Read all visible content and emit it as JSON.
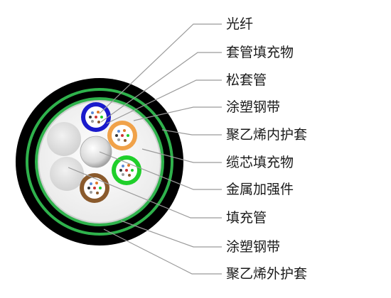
{
  "labels": [
    {
      "id": "fiber",
      "text": "光纤"
    },
    {
      "id": "tube-filler",
      "text": "套管填充物"
    },
    {
      "id": "loose-tube",
      "text": "松套管"
    },
    {
      "id": "coated-tape-inner",
      "text": "涂塑钢带"
    },
    {
      "id": "pe-inner-sheath",
      "text": "聚乙烯内护套"
    },
    {
      "id": "cable-filler",
      "text": "缆芯填充物"
    },
    {
      "id": "metal-strength-member",
      "text": "金属加强件"
    },
    {
      "id": "filler-rod",
      "text": "填充管"
    },
    {
      "id": "coated-tape-outer",
      "text": "涂塑钢带"
    },
    {
      "id": "pe-outer-sheath",
      "text": "聚乙烯外护套"
    }
  ],
  "colors": {
    "outer_sheath": "#000000",
    "steel_tape": "#2fb24c",
    "inner_sheath": "#000000",
    "tube_blue": "#1a1acc",
    "tube_orange": "#f0a24a",
    "tube_green": "#1fcf2a",
    "tube_brown": "#8a5a2c",
    "leader_line": "#9a9a9a"
  }
}
